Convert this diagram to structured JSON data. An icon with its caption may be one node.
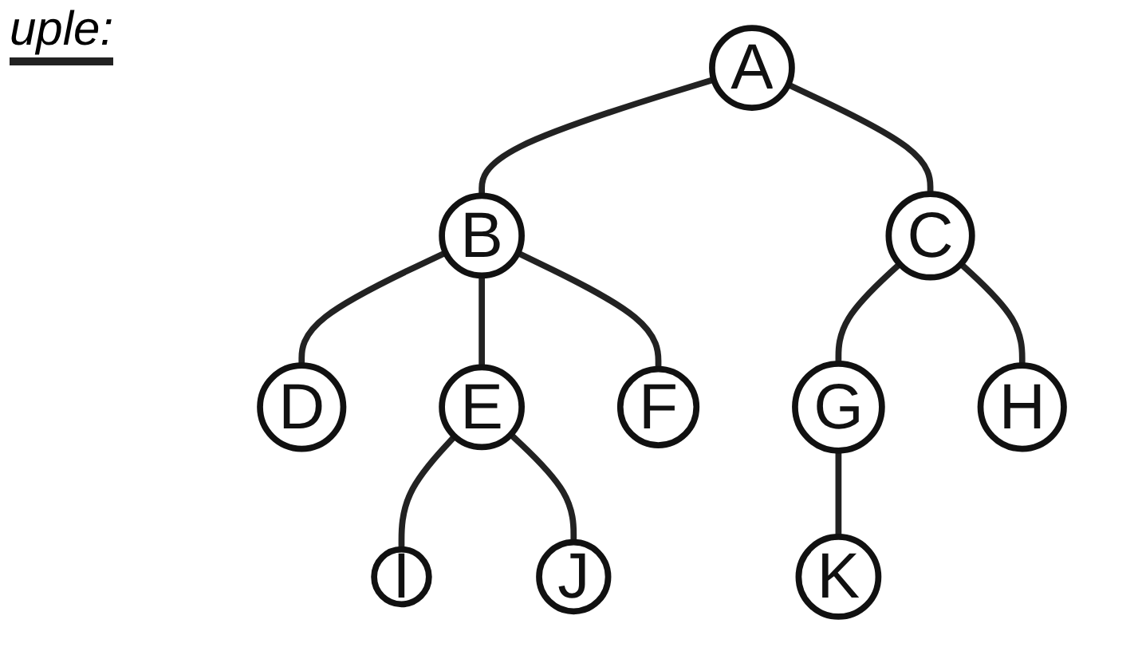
{
  "diagram": {
    "nodes": [
      {
        "text": [
          "A"
        ]
      },
      {
        "text": [
          "B"
        ]
      },
      {
        "text": [
          "C"
        ]
      },
      {
        "text": [
          "D"
        ]
      },
      {
        "text": [
          "E"
        ]
      },
      {
        "text": [
          "F"
        ]
      },
      {
        "text": [
          "G"
        ]
      },
      {
        "text": [
          "H"
        ]
      },
      {
        "text": [
          "I"
        ]
      },
      {
        "text": [
          "J"
        ]
      },
      {
        "text": [
          "K"
        ]
      }
    ],
    "edges": [
      {
        "from": 0,
        "to": 1,
        "arrow": "none"
      },
      {
        "from": 0,
        "to": 2,
        "arrow": "none"
      },
      {
        "from": 1,
        "to": 3,
        "arrow": "none"
      },
      {
        "from": 1,
        "to": 4,
        "arrow": "none"
      },
      {
        "from": 1,
        "to": 5,
        "arrow": "none"
      },
      {
        "from": 4,
        "to": 8,
        "arrow": "none"
      },
      {
        "from": 4,
        "to": 9,
        "arrow": "none"
      },
      {
        "from": 2,
        "to": 6,
        "arrow": "none"
      },
      {
        "from": 2,
        "to": 7,
        "arrow": "none"
      },
      {
        "from": 6,
        "to": 10,
        "arrow": "none"
      }
    ],
    "labels": [
      "uple:"
    ]
  }
}
